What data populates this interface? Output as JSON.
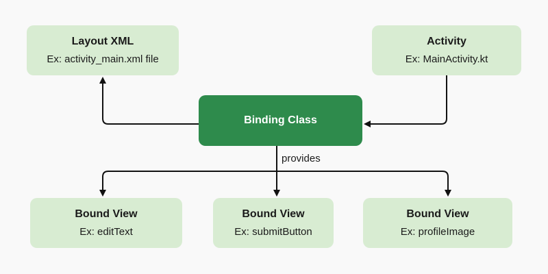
{
  "nodes": {
    "layout_xml": {
      "title": "Layout XML",
      "subtitle": "Ex: activity_main.xml file"
    },
    "activity": {
      "title": "Activity",
      "subtitle": "Ex: MainActivity.kt"
    },
    "binding_class": {
      "title": "Binding Class"
    },
    "bound_view_1": {
      "title": "Bound View",
      "subtitle": "Ex: editText"
    },
    "bound_view_2": {
      "title": "Bound View",
      "subtitle": "Ex: submitButton"
    },
    "bound_view_3": {
      "title": "Bound View",
      "subtitle": "Ex: profileImage"
    }
  },
  "edges": {
    "provides_label": "provides"
  },
  "colors": {
    "light_box": "#d8ecd2",
    "central_box": "#2e8b4c",
    "arrow": "#111111"
  }
}
